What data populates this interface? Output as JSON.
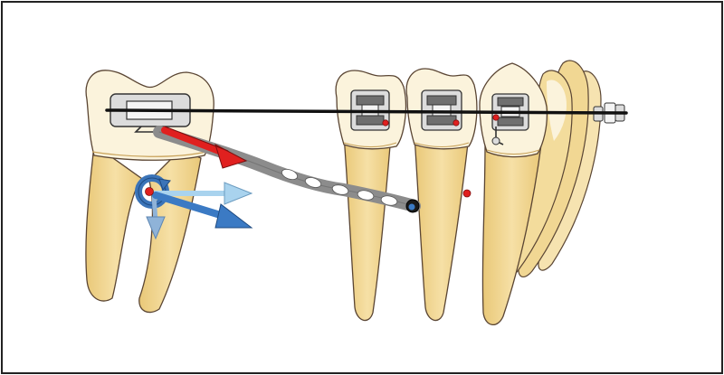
{
  "figure": {
    "background": "#ffffff",
    "frame_color": "#222222",
    "colors": {
      "crown": "#fbf3dc",
      "root": "#f1d793",
      "root_shade": "#e6c274",
      "outline": "#5a4533",
      "wire": "#111111",
      "bracket": "#dcdcdc",
      "bracket_dark": "#6f6f6f",
      "chain": "#8c8c8c",
      "force_red": "#e0201f",
      "dot_red": "#e0201f",
      "force_blue_dark": "#3b7ac4",
      "force_blue_light": "#a9d3ee",
      "force_blue_mid": "#8fb3d8",
      "rotation_ring": "#3b74b8"
    },
    "elements": {
      "molar": "molar-tooth",
      "premolar_1": "premolar-tooth",
      "premolar_2": "premolar-tooth",
      "canine": "canine-tooth",
      "incisors": "incisor-teeth",
      "archwire": "archwire",
      "elastic_chain": "elastic-power-chain",
      "mini_implant": "mini-screw-anchor",
      "force_vector": "traction-force-arrow",
      "moment": "moment-of-rotation-icon"
    }
  }
}
